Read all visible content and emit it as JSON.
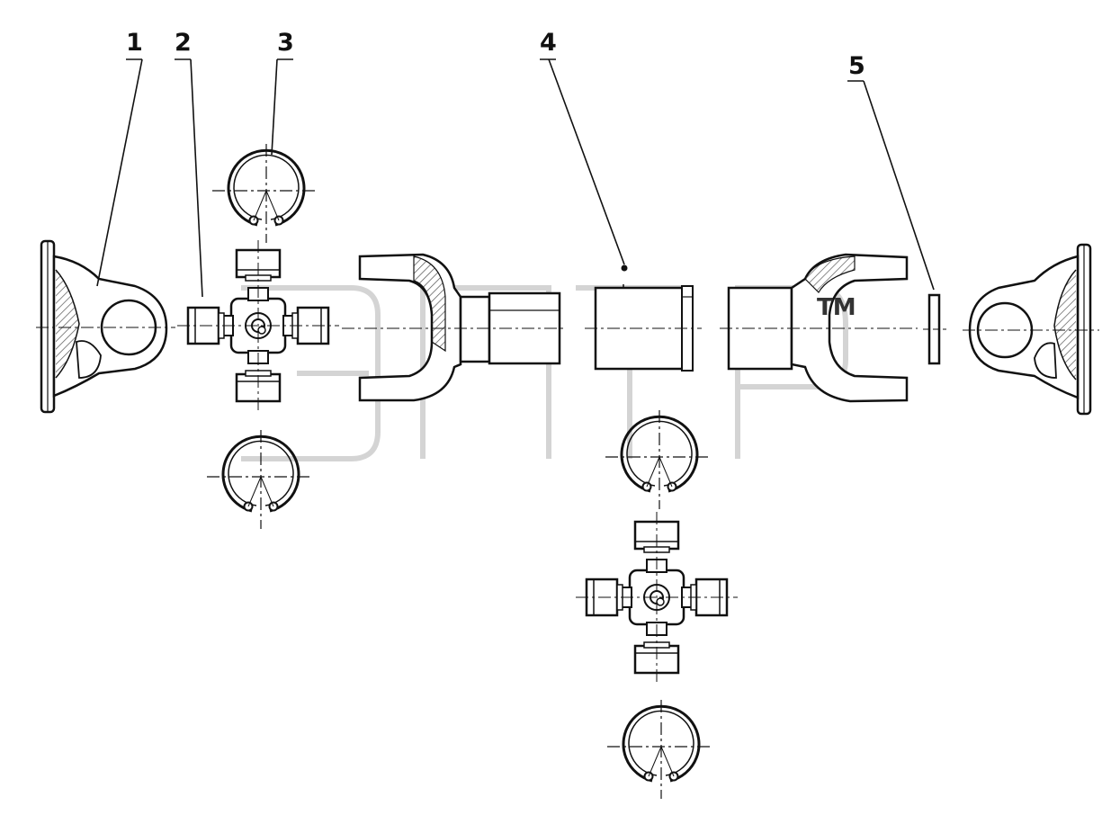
{
  "diagram": {
    "callouts": [
      {
        "id": "1",
        "label": "1"
      },
      {
        "id": "2",
        "label": "2"
      },
      {
        "id": "3",
        "label": "3"
      },
      {
        "id": "4",
        "label": "4"
      },
      {
        "id": "5",
        "label": "5"
      }
    ],
    "watermark": "TM",
    "colors": {
      "line": "#111111",
      "hatch": "#555555",
      "watermark": "#cfcfcf",
      "background": "#ffffff"
    }
  }
}
